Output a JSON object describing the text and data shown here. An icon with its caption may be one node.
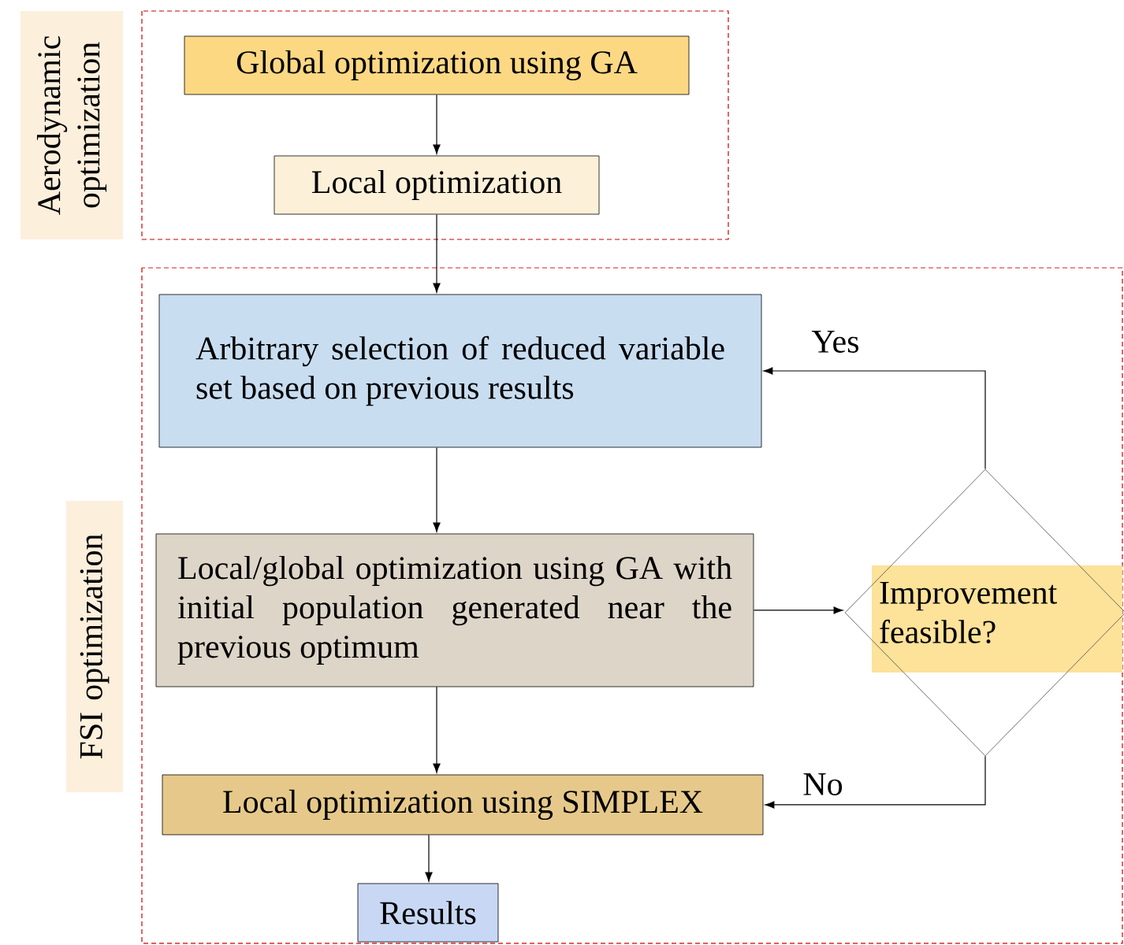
{
  "diagram": {
    "nodes": [
      {
        "text": [
          "Aerodynamic optimization"
        ]
      },
      {
        "text": [
          "Global optimization using GA"
        ],
        "in": 0
      },
      {
        "text": [
          "Local optimization"
        ],
        "in": 0
      },
      {
        "text": [
          "FSI optimization"
        ]
      },
      {
        "text": [
          "Arbitrary selection of reduced variable set based on previous results"
        ],
        "in": 3
      },
      {
        "text": [
          "Local/global optimization using GA with initial population generated near the previous optimum"
        ],
        "in": 3
      },
      {
        "text": [
          "Improvement feasible?"
        ],
        "in": 3
      },
      {
        "text": [
          "Local optimization using SIMPLEX"
        ],
        "in": 3
      },
      {
        "text": [
          "Results"
        ],
        "in": 3
      }
    ],
    "edges": [
      {
        "from": 1,
        "to": 2,
        "arrow": "to"
      },
      {
        "from": 2,
        "to": 4,
        "arrow": "to"
      },
      {
        "from": 4,
        "to": 5,
        "arrow": "to"
      },
      {
        "from": 5,
        "to": 6,
        "arrow": "to"
      },
      {
        "from": 6,
        "to": 4,
        "arrow": "to",
        "label": "Yes"
      },
      {
        "from": 6,
        "to": 7,
        "arrow": "to",
        "label": "No"
      },
      {
        "from": 5,
        "to": 7,
        "arrow": "to"
      },
      {
        "from": 7,
        "to": 8,
        "arrow": "to"
      }
    ]
  }
}
